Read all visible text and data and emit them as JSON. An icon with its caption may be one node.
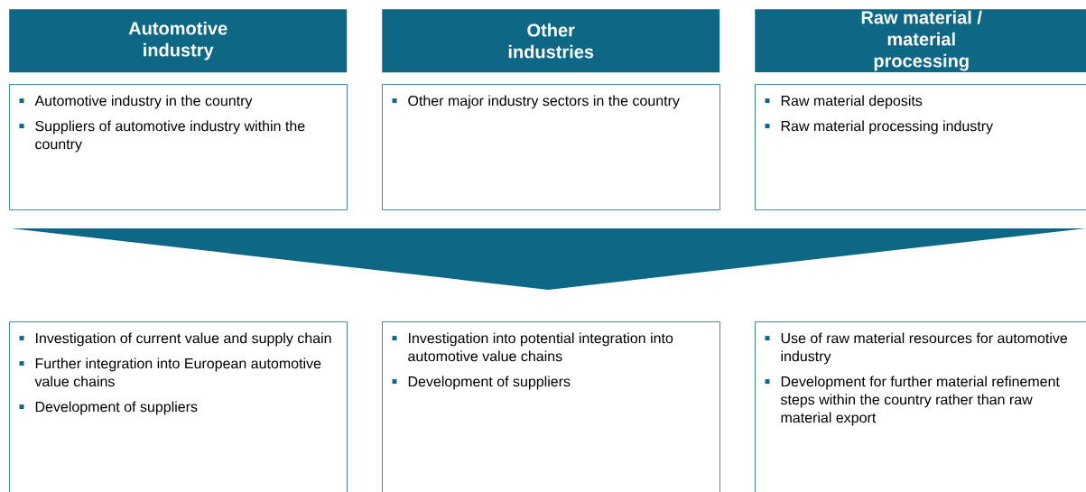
{
  "diagram": {
    "nodes": [
      {
        "text": [
          "Automotive industry"
        ]
      },
      {
        "text": [
          "Other industries"
        ]
      },
      {
        "text": [
          "Raw material / material processing"
        ]
      },
      {
        "text": [
          "Automotive industry in the country",
          "Suppliers of automotive industry within the country"
        ]
      },
      {
        "text": [
          "Other major industry sectors in the country"
        ]
      },
      {
        "text": [
          "Raw material deposits",
          "Raw material processing industry"
        ]
      },
      {
        "text": [],
        "shape": "triangle"
      },
      {
        "text": [
          "Investigation of current value and supply chain",
          "Further integration into European automotive value chains",
          "Development of suppliers"
        ]
      },
      {
        "text": [
          "Investigation into potential integration into automotive value chains",
          "Development of suppliers"
        ]
      },
      {
        "text": [
          "Use of raw material resources for automotive industry",
          "Development for further material refinement steps within the country rather than raw material export"
        ]
      }
    ]
  }
}
